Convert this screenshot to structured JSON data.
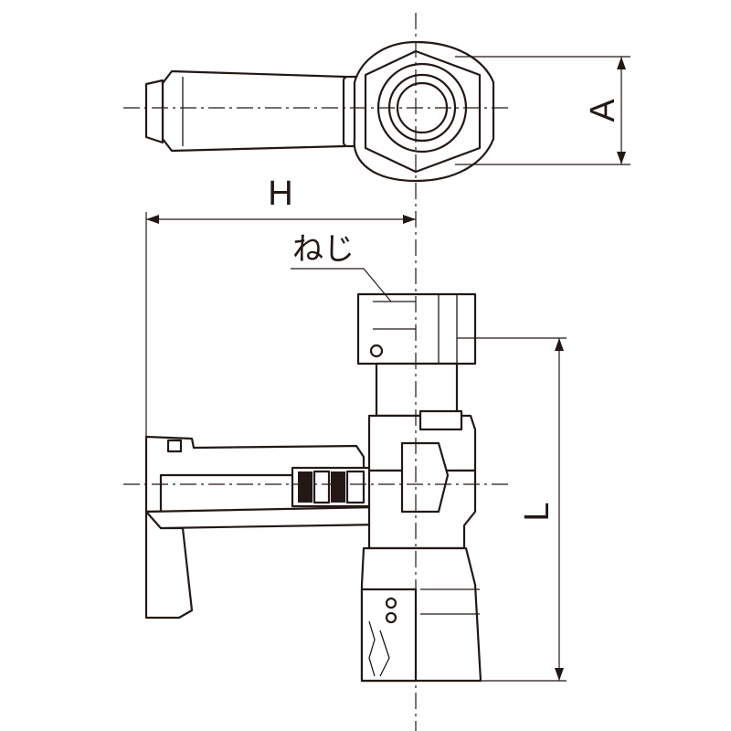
{
  "dimensions": {
    "A": "A",
    "H": "H",
    "L": "L"
  },
  "callouts": {
    "thread": "ねじ"
  },
  "colors": {
    "line": "#231815",
    "background": "#ffffff"
  }
}
